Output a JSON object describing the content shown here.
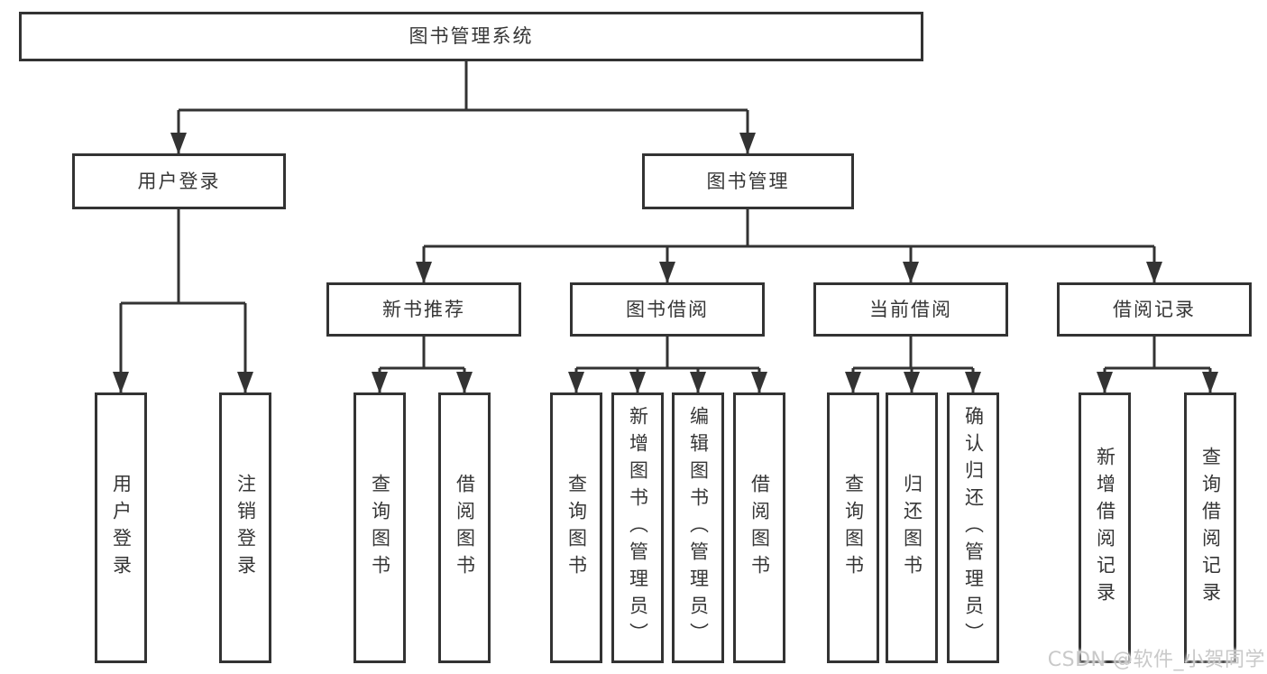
{
  "tree": {
    "root": "图书管理系统",
    "children": [
      {
        "label": "用户登录",
        "children": [
          {
            "label": "用户登录"
          },
          {
            "label": "注销登录"
          }
        ]
      },
      {
        "label": "图书管理",
        "children": [
          {
            "label": "新书推荐",
            "children": [
              {
                "label": "查询图书"
              },
              {
                "label": "借阅图书"
              }
            ]
          },
          {
            "label": "图书借阅",
            "children": [
              {
                "label": "查询图书"
              },
              {
                "label": "新增图书（管理员）"
              },
              {
                "label": "编辑图书（管理员）"
              },
              {
                "label": "借阅图书"
              }
            ]
          },
          {
            "label": "当前借阅",
            "children": [
              {
                "label": "查询图书"
              },
              {
                "label": "归还图书"
              },
              {
                "label": "确认归还（管理员）"
              }
            ]
          },
          {
            "label": "借阅记录",
            "children": [
              {
                "label": "新增借阅记录"
              },
              {
                "label": "查询借阅记录"
              }
            ]
          }
        ]
      }
    ]
  },
  "watermark": "CSDN @软件_小贺同学",
  "colors": {
    "line": "#333333",
    "box_border": "#333333",
    "text": "#363636",
    "watermark_text": "#c9c9c9",
    "background": "#ffffff"
  }
}
